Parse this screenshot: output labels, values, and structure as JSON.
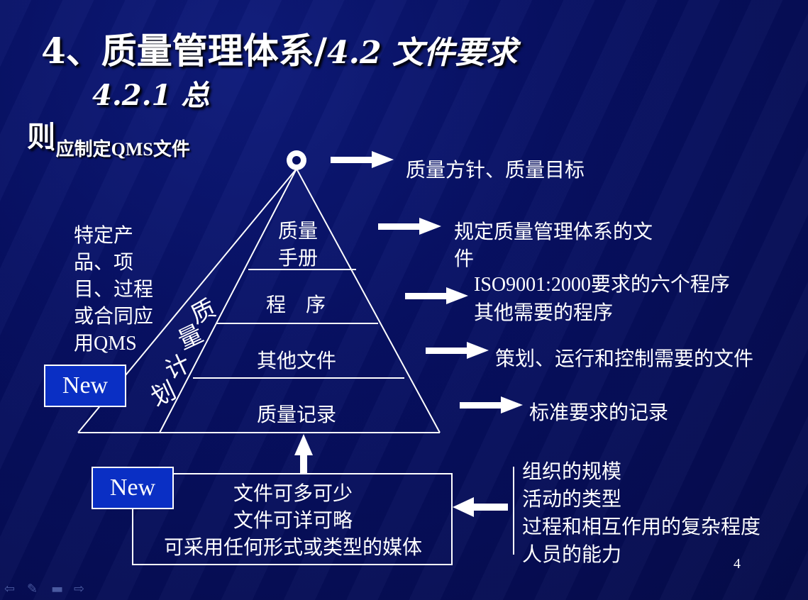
{
  "title": {
    "main": "4、质量管理体系/",
    "sub": "4.2 文件要求"
  },
  "subtitle": "4.2.1 总",
  "subtitle_tail": "则",
  "bullet": "·应制定QMS文件",
  "pyramid": {
    "layers": [
      "质量",
      "手册",
      "程　序",
      "其他文件",
      "质量记录"
    ],
    "side_label": [
      "质",
      "量",
      "计",
      "划"
    ]
  },
  "arrows_text": [
    "质量方针、质量目标",
    "规定质量管理体系的文",
    "件",
    "ISO9001:2000要求的六个程序",
    "其他需要的程序",
    "策划、运行和控制需要的文件",
    "标准要求的记录"
  ],
  "left_text": [
    "特定产",
    "品、项",
    "目、过程",
    "或合同应",
    "用QMS"
  ],
  "new_label": "New",
  "box_lines": [
    "文件可多可少",
    "文件可详可略",
    "可采用任何形式或类型的媒体"
  ],
  "factors": [
    "组织的规模",
    "活动的类型",
    "过程和相互作用的复杂程度",
    "人员的能力"
  ],
  "page_number": "4",
  "nav_icons": [
    "back-icon",
    "pen-icon",
    "menu-icon",
    "forward-icon"
  ]
}
